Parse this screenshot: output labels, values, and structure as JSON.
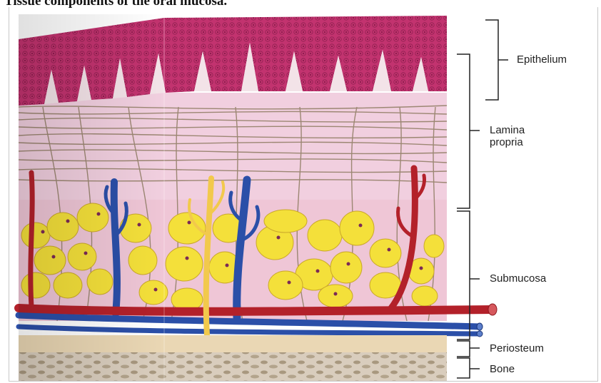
{
  "caption": "Tissue components of the oral mucosa.",
  "labels": {
    "epithelium": "Epithelium",
    "lamina_propria_line1": "Lamina",
    "lamina_propria_line2": "propria",
    "submucosa": "Submucosa",
    "periosteum": "Periosteum",
    "bone": "Bone"
  },
  "colors": {
    "epithelium": "#c2336f",
    "lamina_propria": "#f1cfdf",
    "collagen_fibers": "#9c8773",
    "fat_cells": "#f4e03a",
    "artery": "#b3212a",
    "vein": "#2b4fa8",
    "nerve": "#f2c94c",
    "periosteum": "#ead7b4",
    "bone": "#d9cdbd"
  }
}
